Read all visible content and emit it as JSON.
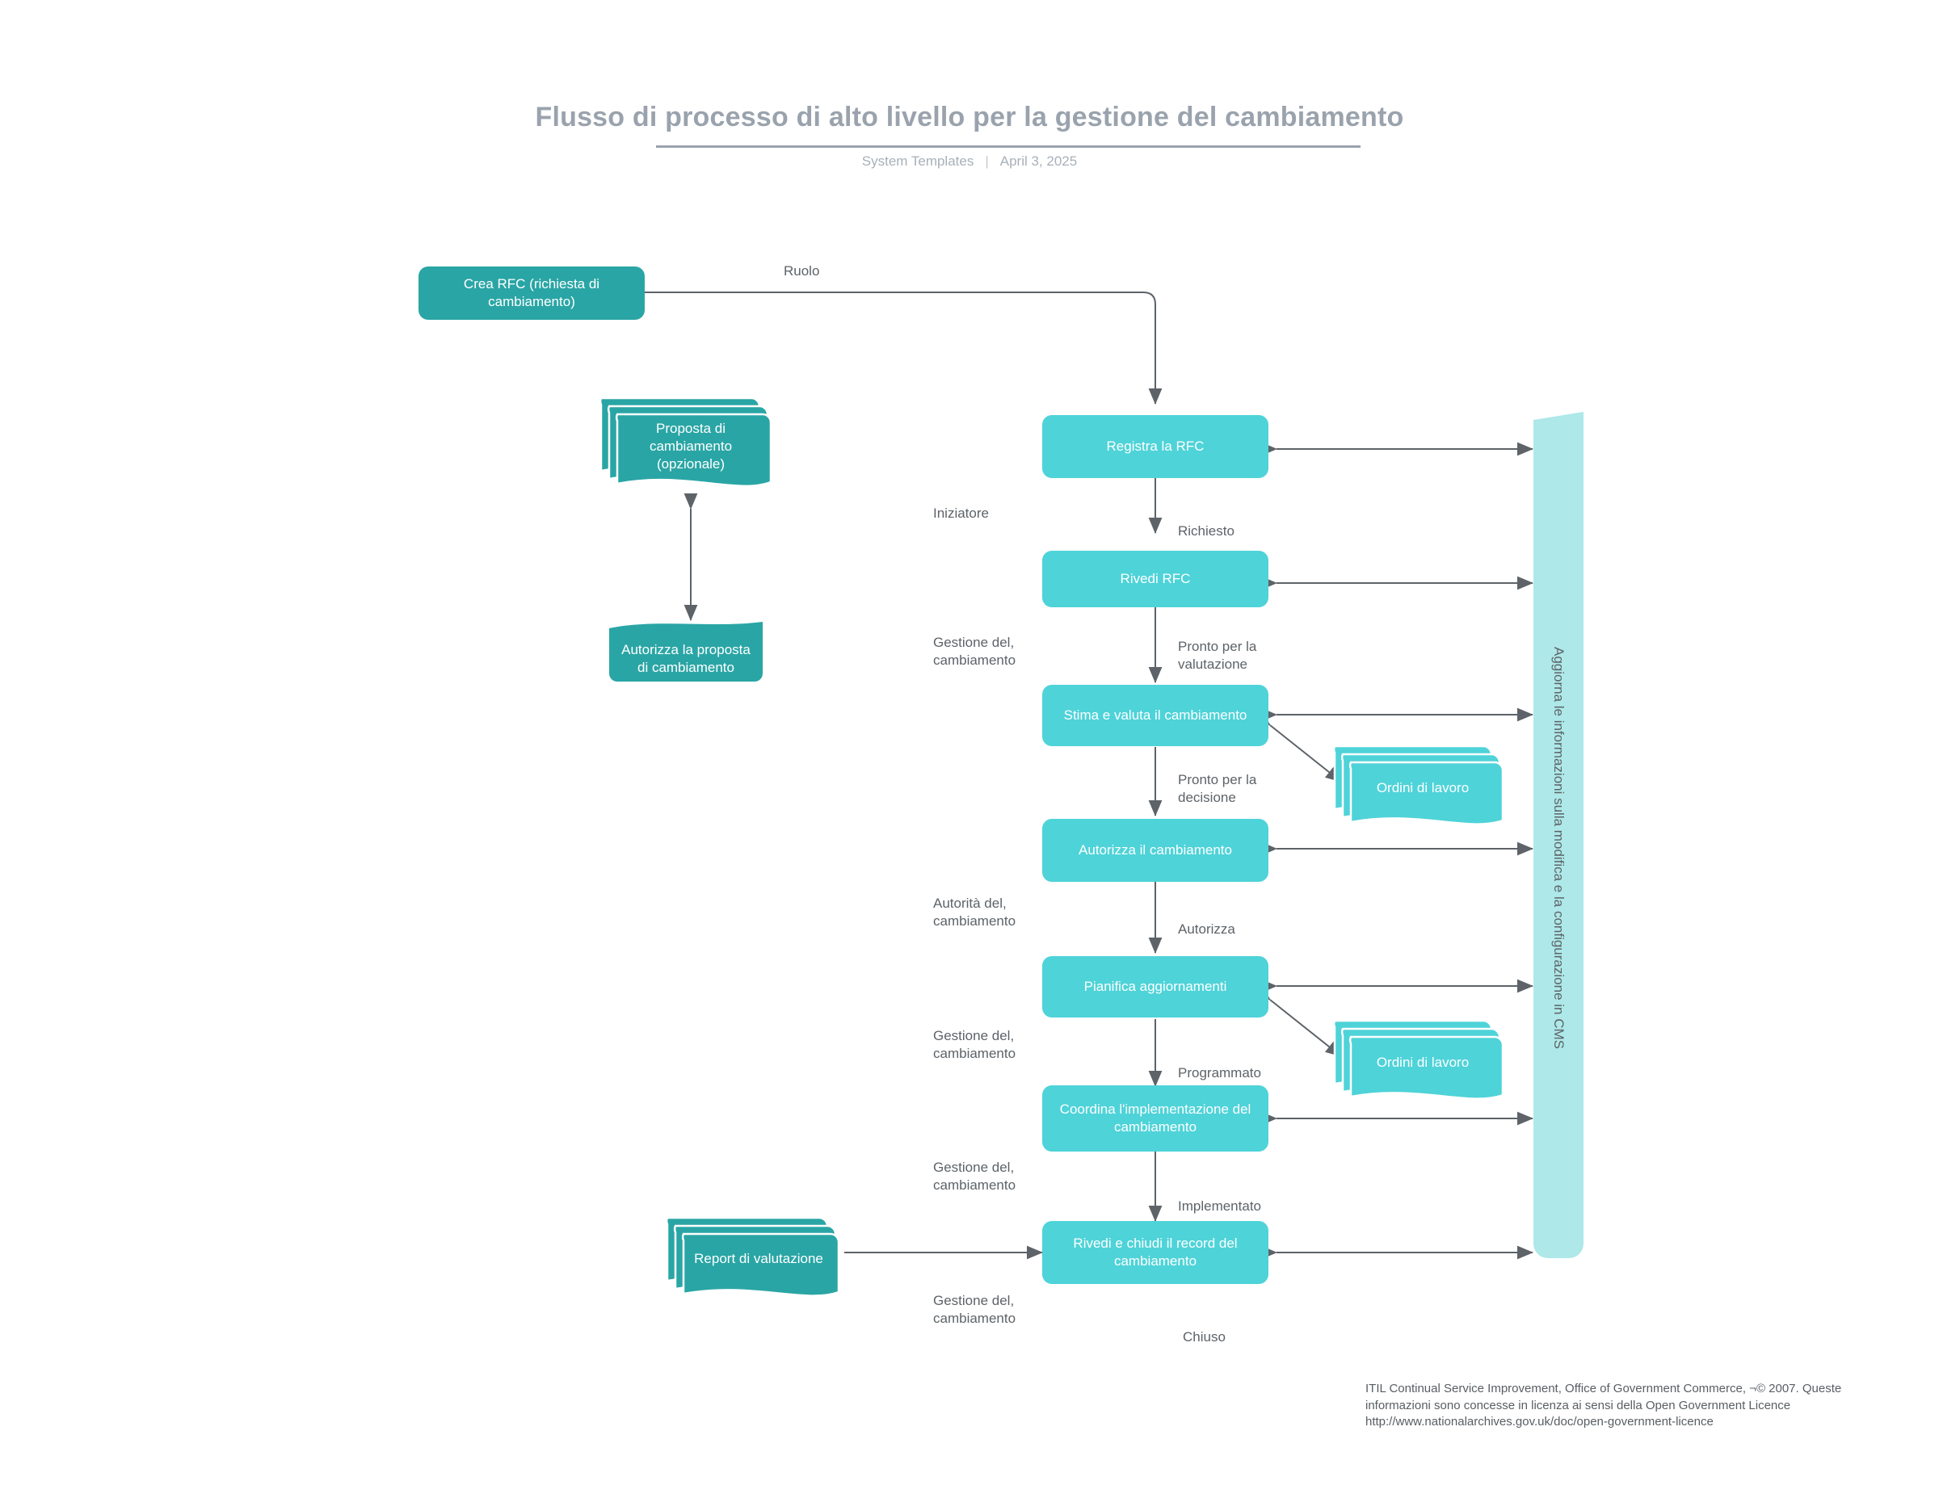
{
  "header": {
    "title": "Flusso di processo di alto livello per la gestione del cambiamento",
    "org": "System Templates",
    "separator": "|",
    "date": "April 3, 2025"
  },
  "colors": {
    "process": "#4ed3d8",
    "process_dark": "#2aa5a5",
    "cms_bar": "#aee8e8",
    "connector": "#5d6368",
    "title_text": "#9aa3ad",
    "label_text": "#5d6368"
  },
  "nodes": {
    "create_rfc": "Crea RFC (richiesta di cambiamento)",
    "change_proposal": "Proposta di cambiamento (opzionale)",
    "authorize_proposal": "Autorizza la proposta di cambiamento",
    "register_rfc": "Registra la RFC",
    "review_rfc": "Rivedi RFC",
    "assess_change": "Stima e valuta il cambiamento",
    "authorize_change": "Autorizza il cambiamento",
    "plan_updates": "Pianifica aggiornamenti",
    "coordinate_implementation": "Coordina l'implementazione del cambiamento",
    "review_close": "Rivedi e chiudi il record del cambiamento",
    "work_orders_1": "Ordini di lavoro",
    "work_orders_2": "Ordini di lavoro",
    "evaluation_report": "Report di valutazione",
    "cms_bar": "Aggiorna le informazioni sulla modifica e la configurazione in CMS"
  },
  "edge_labels": {
    "role": "Ruolo",
    "requested": "Richiesto",
    "ready_for_evaluation": "Pronto per la valutazione",
    "ready_for_decision": "Pronto per la decisione",
    "authorize": "Autorizza",
    "scheduled": "Programmato",
    "implemented": "Implementato",
    "closed": "Chiuso"
  },
  "lane_labels": {
    "initiator": "Iniziatore",
    "change_management_1": "Gestione del,\ncambiamento",
    "change_authority": "Autorità del,\ncambiamento",
    "change_management_2": "Gestione del,\ncambiamento",
    "change_management_3": "Gestione del,\ncambiamento",
    "change_management_4": "Gestione del,\ncambiamento"
  },
  "footer": {
    "text": "ITIL Continual Service Improvement, Office of Government Commerce, ¬© 2007. Queste informazioni sono concesse in licenza ai sensi della Open Government Licence\nhttp://www.nationalarchives.gov.uk/doc/open-government-licence"
  }
}
